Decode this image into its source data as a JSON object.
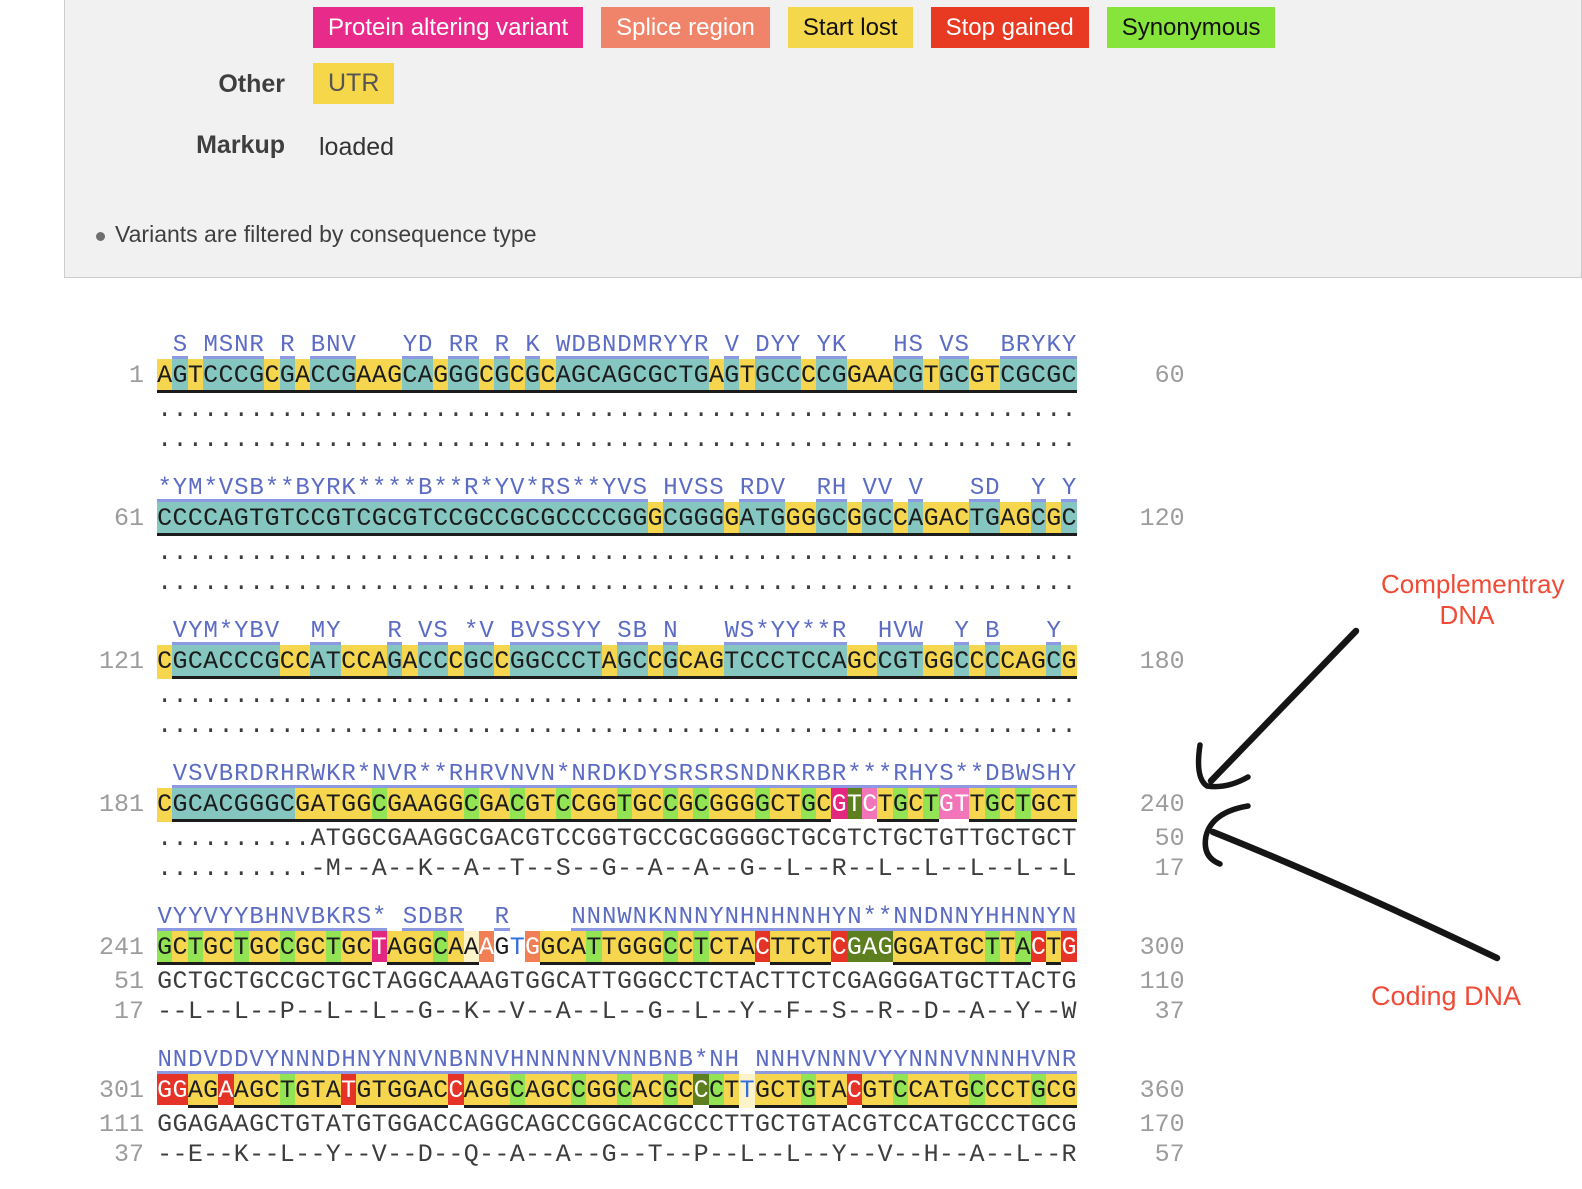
{
  "panel": {
    "legend": [
      {
        "label": "Protein altering variant",
        "bg": "#e82a8a",
        "fg": "#ffffff"
      },
      {
        "label": "Splice region",
        "bg": "#f0846a",
        "fg": "#ffffff"
      },
      {
        "label": "Start lost",
        "bg": "#f5d74b",
        "fg": "#111111"
      },
      {
        "label": "Stop gained",
        "bg": "#e83a22",
        "fg": "#ffffff"
      },
      {
        "label": "Synonymous",
        "bg": "#87e43b",
        "fg": "#111111"
      }
    ],
    "other_label": "Other",
    "other_badge": {
      "label": "UTR",
      "bg": "#f6d74a"
    },
    "markup_label": "Markup",
    "markup_value": "loaded",
    "note": "Variants are filtered by consequence type"
  },
  "annotations": {
    "complementary_line1": "Complementray",
    "complementary_line2": "DNA",
    "coding_label": "Coding DNA"
  },
  "colors": {
    "utr_background": "#f6d64f",
    "utr_variant": "#86c6c0",
    "synonymous": "#92e455",
    "stop_gained": "#e63327",
    "protein_altering": "#e3267f",
    "protein_altering_light": "#f175b8",
    "splice_region": "#f07f55",
    "overlap_dark": "#5d7f20",
    "variant_letter_blue": "#5c6cc4",
    "peptide_red": "#e8402a"
  },
  "blocks": [
    {
      "rows": [
        {
          "t": "variant",
          "l": "",
          "r": "",
          "text": " S MSNR R BNV   YD RR R K WDBNDMRYYR V DYY YK   HS VS  BRYKY"
        },
        {
          "t": "seq",
          "l": "1",
          "r": "60",
          "ul": 1,
          "text": "AGTCCCGCGACCGAAGCAGGGCGCGCAGCAGCGCTGAGTGCCCCGGAACGTGCGTCGCGC",
          "bg": "ytyttttytytttyyyttyttytytyttttttttttytytttyttyyyttyttyyttttt"
        },
        {
          "t": "sub",
          "l": "",
          "r": "",
          "text": "............................................................"
        },
        {
          "t": "sub",
          "l": "",
          "r": "",
          "text": "............................................................"
        }
      ]
    },
    {
      "rows": [
        {
          "t": "variant",
          "l": "",
          "r": "",
          "text": "*YM*VSB**BYRK****B**R*YV*RS**YVS HVSS RDV  RH VV V   SD  Y Y"
        },
        {
          "t": "seq",
          "l": "61",
          "r": "120",
          "ul": 1,
          "text": "CCCCAGTGTCCGTCGCGTCCGCCGCGCCCCGGGCGGGGATGGGGCGGCCAGACTGAGCGC",
          "bg": "ttttttttttttttttttttttttttttttttyttttytttyyttyttytyyyttyytyt"
        },
        {
          "t": "sub",
          "l": "",
          "r": "",
          "text": "............................................................"
        },
        {
          "t": "sub",
          "l": "",
          "r": "",
          "text": "............................................................"
        }
      ]
    },
    {
      "rows": [
        {
          "t": "variant",
          "l": "",
          "r": "",
          "text": " VYM*YBV  MY   R VS *V BVSSYY SB N   WS*YY**R  HVW  Y B   Y "
        },
        {
          "t": "seq",
          "l": "121",
          "r": "180",
          "ul": 2,
          "text": "CGCACCCGCCATCCAGACCCGCCGGCCCTAGCCGCAGTCCCTCCAGCCGTGGCCCCAGCG",
          "bg": "ytttttttyyttyyytyttyttyttttttyttytyyyttttttttyytttyytytyyyty"
        },
        {
          "t": "sub",
          "l": "",
          "r": "",
          "text": "............................................................"
        },
        {
          "t": "sub",
          "l": "",
          "r": "",
          "text": "............................................................"
        }
      ]
    },
    {
      "rows": [
        {
          "t": "variant",
          "l": "",
          "r": "",
          "text": " VSVBRDRHRWKR*NVR**RHRVNVN*NRDKDYSRSRSNDNKRBR***RHYS**DBWSHY"
        },
        {
          "t": "seq",
          "l": "181",
          "r": "240",
          "ul": 2,
          "text": "CGCACGGGCGATGGCGAAGGCGACGTCCGGTGCCGCGGGGCTGCGTCTGCTGTTGCTGCT",
          "bg": "yttttttttyyyyygyyyyygyygyygyyygyygygyyygyygypoqygygqqygygyy"
        },
        {
          "t": "sub",
          "l": "",
          "r": "50",
          "text": "..........ATGGCGAAGGCGACGTCCGGTGCCGCGGGGCTGCGTCTGCTGTTGCTGCT"
        },
        {
          "t": "pep",
          "l": "",
          "r": "17",
          "text": "..........-M--A--K--A--T--S--G--A--A--G--L--R--L--L--L--L--L",
          "fg": "kkkkkkkkkkkkkrrrrrrrrrrrrrrrrrrrrrrrrrrrrrrrrrrrrrrrrrrrrrrr"
        }
      ]
    },
    {
      "rows": [
        {
          "t": "variant",
          "l": "",
          "r": "",
          "text": "VYYVYYBHNVBKRS* SDBR  R    NNNWNKNNNYNHNHNNHYN**NNDNNYHHNNYN"
        },
        {
          "t": "seq",
          "l": "241",
          "r": "300",
          "ul": 1,
          "text": "GCTGCTGCCGCTGCTAGGCAAAGTGGCATTGGGCCTCTACTTCTCGAGGGATGCTTACTG",
          "bg": "gygyygyygyygyypyyygycswbsyyygyyyygygyyyryyyyroooyyyyyygygryr"
        },
        {
          "t": "sub",
          "l": "51",
          "r": "110",
          "text": "GCTGCTGCCGCTGCTAGGCAAAGTGGCATTGGGCCTCTACTTCTCGAGGGATGCTTACTG"
        },
        {
          "t": "pep",
          "l": "17",
          "r": "37",
          "text": "--L--L--P--L--L--G--K--V--A--L--G--L--Y--F--S--R--D--A--Y--W",
          "fg": "rrrrrrrrrrrrrrrrrrrrrrkkkrrrrrrrrrrrrrrrrrrrrrrrrrrrrrrrrrrr"
        }
      ]
    },
    {
      "rows": [
        {
          "t": "variant",
          "l": "",
          "r": "",
          "text": "NNDVDDVYNNNDHNYNNVNBNNVHNNNNNVNNBNB*NH NNHVNNNVYYNNNVNNNHVNR"
        },
        {
          "t": "seq",
          "l": "301",
          "r": "360",
          "ul": 1,
          "text": "GGAGAAGCTGTATGTGGACCAGGCAGCCGGCACGCCCTTGCTGTACGTCCATGCCCTGCG",
          "bg": "rryyryyygyyyryyyyyyryyygyyygyygyygyogyByyygyyryygyyyygyyygyy"
        },
        {
          "t": "sub",
          "l": "111",
          "r": "170",
          "text": "GGAGAAGCTGTATGTGGACCAGGCAGCCGGCACGCCCTTGCTGTACGTCCATGCCCTGCG"
        },
        {
          "t": "pep",
          "l": "37",
          "r": "57",
          "text": "--E--K--L--Y--V--D--Q--A--A--G--T--P--L--L--Y--V--H--A--L--R",
          "fg": "rrrrrrrrrrrrrrrrrrrrrrrrrrrrrrrrrrrrrrrrrrrrrrrrrrrrrrrrrrrr"
        }
      ]
    }
  ]
}
